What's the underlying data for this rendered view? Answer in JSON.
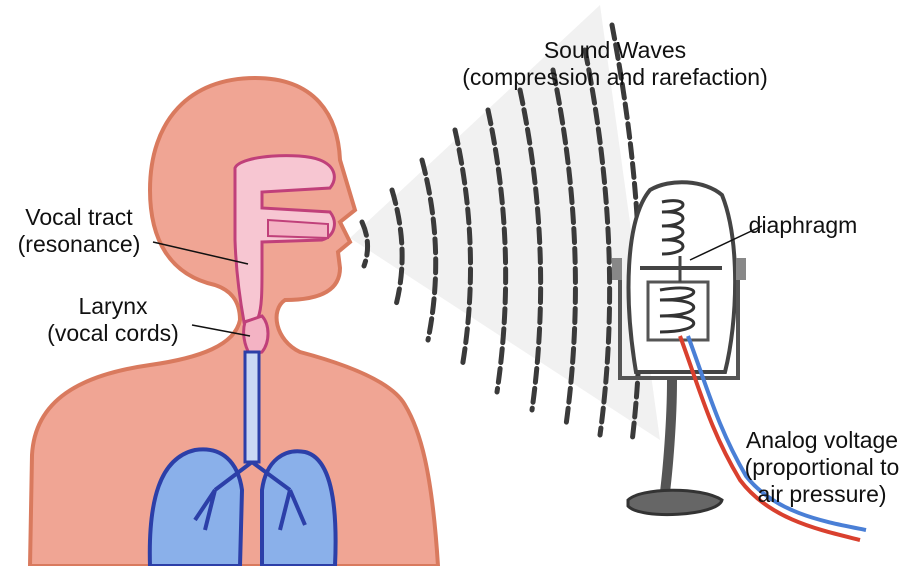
{
  "labels": {
    "sound_waves": {
      "line1": "Sound Waves",
      "line2": "(compression and rarefaction)"
    },
    "vocal_tract": {
      "line1": "Vocal tract",
      "line2": "(resonance)"
    },
    "larynx": {
      "line1": "Larynx",
      "line2": "(vocal cords)"
    },
    "diaphragm": "diaphragm",
    "analog_voltage": {
      "line1": "Analog voltage",
      "line2": "(proportional to",
      "line3": "air pressure)"
    }
  },
  "colors": {
    "skin": "#f0a594",
    "skin_outline": "#d97a5e",
    "vocal_tract": "#f7c6d2",
    "vocal_tract_outline": "#c0407a",
    "lungs": "#8ab0ea",
    "lungs_outline": "#2c3fa8",
    "waves": "#3a3a3a",
    "cable_red": "#d9402e",
    "cable_blue": "#4a7fd6"
  },
  "icons": [
    "head-silhouette",
    "vocal-tract",
    "larynx",
    "lungs",
    "sound-waves",
    "microphone"
  ]
}
